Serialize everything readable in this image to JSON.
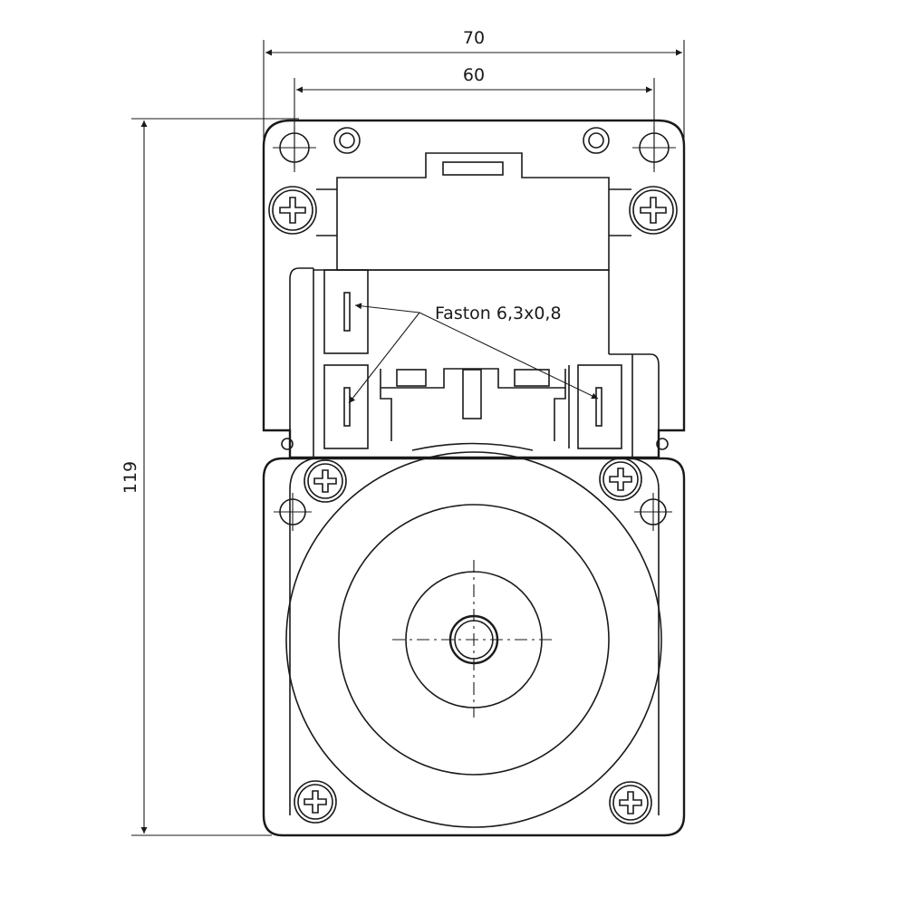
{
  "dimensions": {
    "overall_width": "70",
    "hole_spacing": "60",
    "overall_height": "119"
  },
  "callout": {
    "label": "Faston 6,3x0,8"
  },
  "colors": {
    "line": "#1a1a1a",
    "background": "#ffffff"
  }
}
